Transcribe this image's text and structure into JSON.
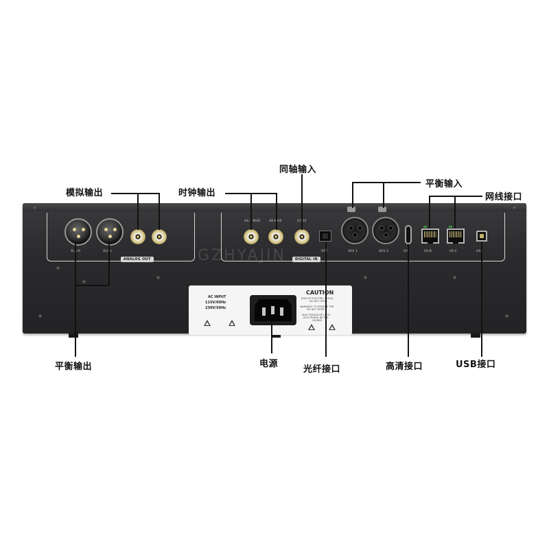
{
  "callouts": {
    "analog_out": "模拟输出",
    "clock_out": "时钟输出",
    "coax_in": "同轴输入",
    "balanced_in": "平衡输入",
    "network": "网线接口",
    "balanced_out": "平衡输出",
    "power": "电源",
    "optical": "光纤接口",
    "hdmi": "高清接口",
    "usb": "USB接口"
  },
  "panel": {
    "analog_tag": "ANALOG OUT",
    "digital_tag": "DIGITAL IN",
    "xlr_left": "XLR-R",
    "xlr_right": "XLR-L",
    "clock1": "44.1 MHZ",
    "clock2": "48 MHZ",
    "coax": "COAX",
    "opt": "OPT",
    "aes1": "AES 1",
    "aes2": "AES 2",
    "hdmi": "I2S",
    "lan_b": "IIS-B",
    "lan_c": "IIS-C",
    "usb": "USB"
  },
  "power_panel": {
    "ac_input": "AC INPUT",
    "v115": "115V/60Hz",
    "v230": "230V/50Hz",
    "caution": "CAUTION",
    "c1": "RISK OF ELECTRIC SHOCK",
    "c2": "DO NOT OPEN",
    "c3": "WARNING: TO REDUCE THE",
    "c4": "DO NOT OPEN",
    "c5": "AVIS: RISQUE DE CHOC",
    "c6": "ELECTRIQUE NE PAS",
    "c7": "OUVRIR"
  },
  "watermark": "GZHYAJIN"
}
